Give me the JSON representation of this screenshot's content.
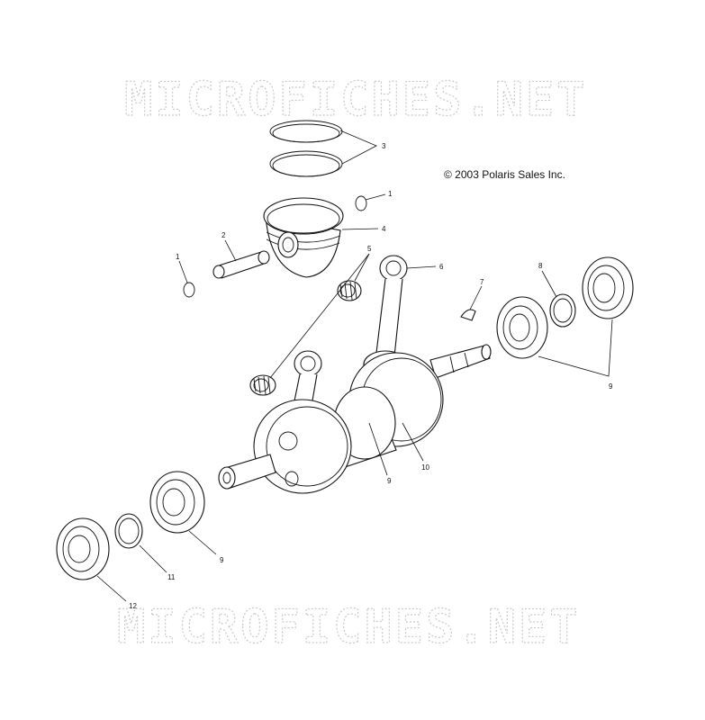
{
  "watermark": {
    "top": "MICROFICHES.NET",
    "bottom": "MICROFICHES.NET"
  },
  "copyright": "© 2003 Polaris Sales Inc.",
  "callouts": {
    "c1a": "1",
    "c1b": "1",
    "c2": "2",
    "c3": "3",
    "c4": "4",
    "c5": "5",
    "c6": "6",
    "c7": "7",
    "c8": "8",
    "c9a": "9",
    "c9b": "9",
    "c9c": "9",
    "c10": "10",
    "c11": "11",
    "c12": "12"
  }
}
